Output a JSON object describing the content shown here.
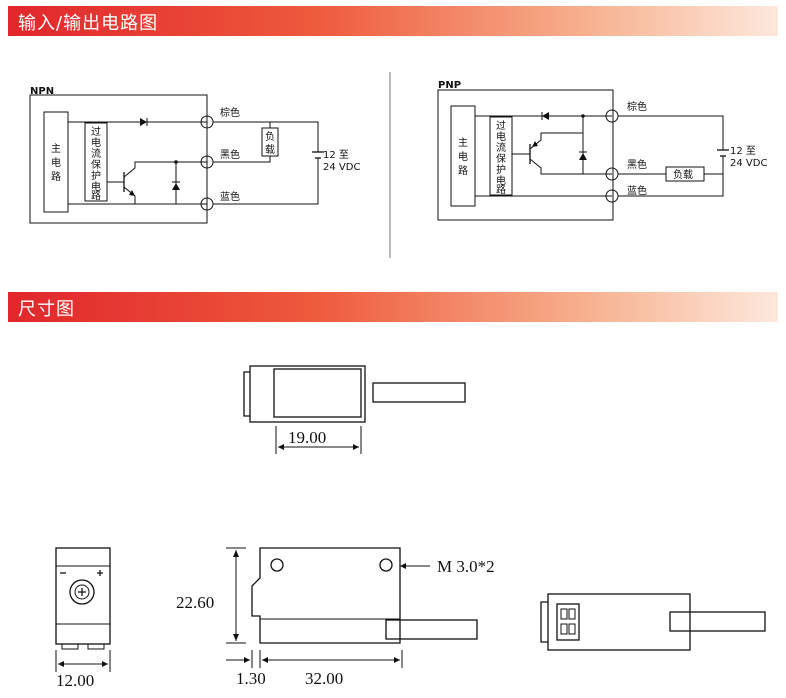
{
  "sections": {
    "io_circuit_title": "输入/输出电路图",
    "dimension_title": "尺寸图"
  },
  "npn": {
    "label": "NPN",
    "main_circuit": [
      "主",
      "电",
      "路"
    ],
    "protection": [
      "过",
      "电",
      "流",
      "保",
      "护",
      "电",
      "路"
    ],
    "brown": "棕色",
    "black": "黑色",
    "blue": "蓝色",
    "load": [
      "负",
      "载"
    ],
    "supply_line1": "12 至",
    "supply_line2": "24 VDC"
  },
  "pnp": {
    "label": "PNP",
    "main_circuit": [
      "主",
      "电",
      "路"
    ],
    "protection": [
      "过",
      "电",
      "流",
      "保",
      "护",
      "电",
      "路"
    ],
    "brown": "棕色",
    "black": "黑色",
    "blue": "蓝色",
    "load": "负载",
    "supply_line1": "12 至",
    "supply_line2": "24 VDC"
  },
  "dimensions": {
    "top_length": "19.00",
    "height": "22.60",
    "mount_hole": "M 3.0*2",
    "offset": "1.30",
    "body_length": "32.00",
    "end_width": "12.00"
  }
}
